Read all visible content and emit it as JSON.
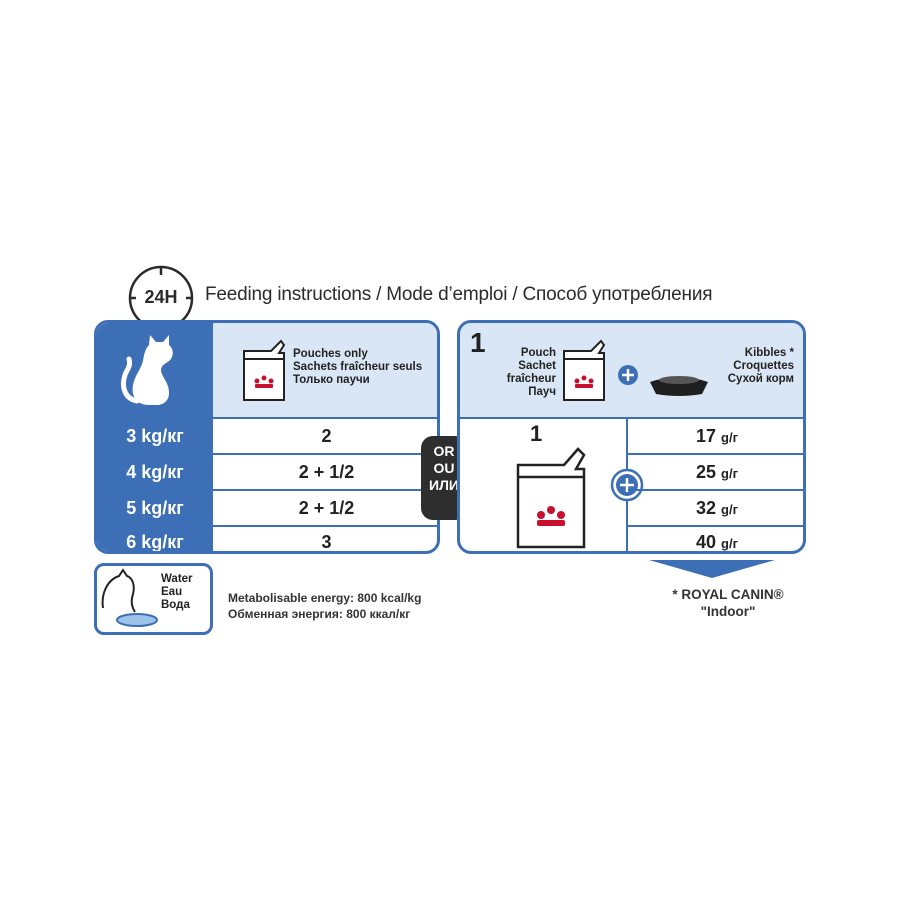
{
  "header": {
    "clock_label": "24H",
    "title": "Feeding instructions / Mode d’emploi / Способ употребления"
  },
  "left_table": {
    "column_header": [
      "Pouches only",
      "Sachets fraîcheur seuls",
      "Только паучи"
    ],
    "rows": [
      {
        "weight": "3 kg/кг",
        "value": "2"
      },
      {
        "weight": "4 kg/кг",
        "value": "2 + 1/2"
      },
      {
        "weight": "5 kg/кг",
        "value": "2 + 1/2"
      },
      {
        "weight": "6 kg/кг",
        "value": "3"
      }
    ]
  },
  "or_badge": [
    "OR",
    "OU",
    "ИЛИ"
  ],
  "right_table": {
    "count": "1",
    "pouch_label": [
      "Pouch",
      "Sachet fraîcheur",
      "Пауч"
    ],
    "kibbles_label": [
      "Kibbles *",
      "Croquettes",
      "Сухой корм"
    ],
    "pouch_count": "1",
    "grams": [
      {
        "value": "17",
        "unit": "g/г"
      },
      {
        "value": "25",
        "unit": "g/г"
      },
      {
        "value": "32",
        "unit": "g/г"
      },
      {
        "value": "40",
        "unit": "g/г"
      }
    ]
  },
  "water": [
    "Water",
    "Eau",
    "Вода"
  ],
  "energy": [
    "Metabolisable energy: 800 kcal/kg",
    "Обменная энергия: 800 ккал/кг"
  ],
  "footnote": [
    "* ROYAL CANIN®",
    "\"Indoor\""
  ],
  "colors": {
    "accent": "#3d6fb6",
    "light": "#d9e6f5",
    "brand_red": "#c8102e",
    "badge": "#2e2e2e"
  },
  "icons": [
    "clock-icon",
    "cat-icon",
    "pouch-icon",
    "plus-icon",
    "bowl-icon",
    "water-bowl-icon",
    "down-arrow-icon"
  ]
}
